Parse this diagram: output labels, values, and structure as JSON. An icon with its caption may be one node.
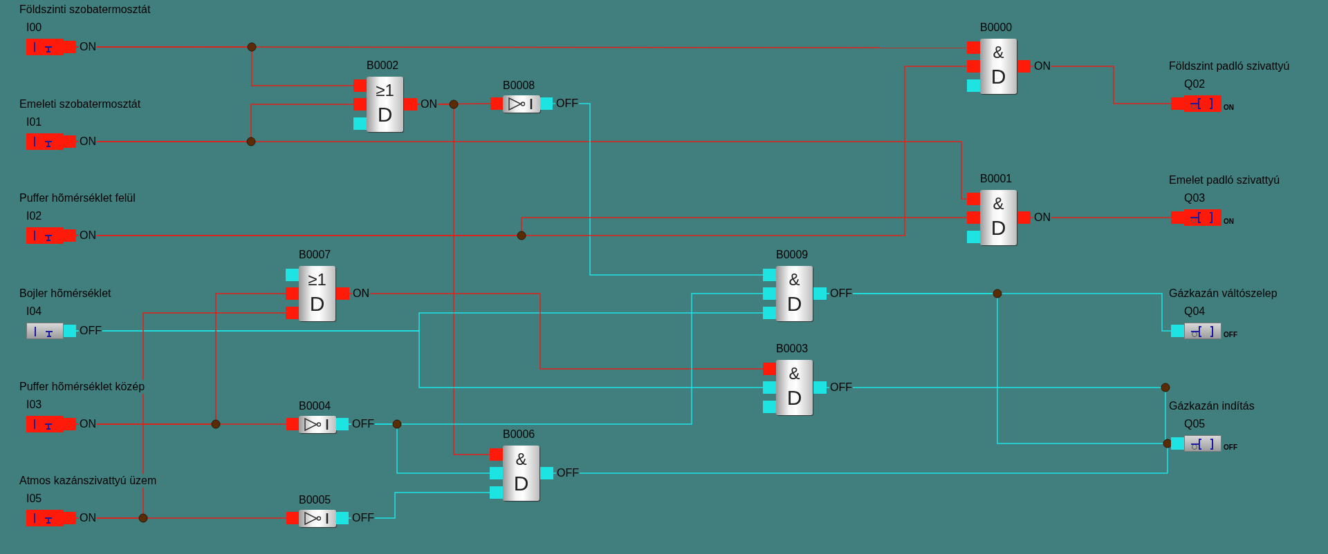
{
  "diagram": {
    "nodes": [
      {
        "text": [
          "Földszinti szobatermosztát",
          "I00",
          "ON"
        ]
      },
      {
        "text": [
          "B0000",
          "&",
          "D"
        ],
        "beside": [
          "ON"
        ]
      },
      {
        "text": [
          "B0002",
          "≥1",
          "D"
        ],
        "beside": [
          "ON"
        ]
      },
      {
        "text": [
          "Földszint padló szivattyú",
          "Q02",
          "ON"
        ]
      },
      {
        "text": [
          "B0008"
        ],
        "beside": [
          "OFF"
        ]
      },
      {
        "text": [
          "Emeleti szobatermosztát",
          "I01",
          "ON"
        ]
      },
      {
        "text": [
          "B0001",
          "&",
          "D"
        ],
        "beside": [
          "ON"
        ]
      },
      {
        "text": [
          "Emelet padló szivattyú",
          "Q03",
          "ON"
        ]
      },
      {
        "text": [
          "Puffer hõmérséklet felül",
          "I02",
          "ON"
        ]
      },
      {
        "text": [
          "B0007",
          "≥1",
          "D"
        ],
        "beside": [
          "ON"
        ]
      },
      {
        "text": [
          "B0009",
          "&",
          "D"
        ],
        "beside": [
          "OFF"
        ]
      },
      {
        "text": [
          "Bojler hõmérséklet",
          "I04",
          "OFF"
        ]
      },
      {
        "text": [
          "Gázkazán váltószelep",
          "Q04",
          "OFF"
        ]
      },
      {
        "text": [
          "B0003",
          "&",
          "D"
        ],
        "beside": [
          "OFF"
        ]
      },
      {
        "text": [
          "Puffer hõmérséklet közép",
          "I03",
          "ON"
        ]
      },
      {
        "text": [
          "B0004"
        ],
        "beside": [
          "OFF"
        ]
      },
      {
        "text": [
          "Gázkazán indítás",
          "Q05",
          "OFF"
        ]
      },
      {
        "text": [
          "B0006",
          "&",
          "D"
        ],
        "beside": [
          "OFF"
        ]
      },
      {
        "text": [
          "Atmos kazánszivattyú üzem",
          "I05",
          "ON"
        ]
      },
      {
        "text": [
          "B0005"
        ],
        "beside": [
          "OFF"
        ]
      }
    ],
    "edges": [
      {
        "from": 0,
        "to": 1,
        "arrow": "none"
      },
      {
        "from": 0,
        "to": 2,
        "arrow": "none"
      },
      {
        "from": 5,
        "to": 2,
        "arrow": "none"
      },
      {
        "from": 5,
        "to": 6,
        "arrow": "none"
      },
      {
        "from": 2,
        "to": 4,
        "arrow": "none"
      },
      {
        "from": 2,
        "to": 17,
        "arrow": "none"
      },
      {
        "from": 4,
        "to": 10,
        "arrow": "none",
        "color": "#1ee3e3"
      },
      {
        "from": 8,
        "to": 1,
        "arrow": "none"
      },
      {
        "from": 8,
        "to": 6,
        "arrow": "none"
      },
      {
        "from": 1,
        "to": 3,
        "arrow": "none"
      },
      {
        "from": 6,
        "to": 7,
        "arrow": "none"
      },
      {
        "from": 11,
        "to": 10,
        "arrow": "none",
        "color": "#1ee3e3"
      },
      {
        "from": 11,
        "to": 13,
        "arrow": "none",
        "color": "#1ee3e3"
      },
      {
        "from": 9,
        "to": 13,
        "arrow": "none"
      },
      {
        "from": 14,
        "to": 9,
        "arrow": "none"
      },
      {
        "from": 14,
        "to": 15,
        "arrow": "none"
      },
      {
        "from": 18,
        "to": 9,
        "arrow": "none"
      },
      {
        "from": 18,
        "to": 19,
        "arrow": "none"
      },
      {
        "from": 15,
        "to": 10,
        "arrow": "none",
        "color": "#1ee3e3"
      },
      {
        "from": 15,
        "to": 17,
        "arrow": "none",
        "color": "#1ee3e3"
      },
      {
        "from": 19,
        "to": 17,
        "arrow": "none",
        "color": "#1ee3e3"
      },
      {
        "from": 10,
        "to": 12,
        "arrow": "none",
        "color": "#1ee3e3"
      },
      {
        "from": 10,
        "to": 16,
        "arrow": "none",
        "color": "#1ee3e3"
      },
      {
        "from": 13,
        "to": 16,
        "arrow": "none",
        "color": "#1ee3e3"
      },
      {
        "from": 17,
        "to": 16,
        "arrow": "none",
        "color": "#1ee3e3"
      }
    ]
  }
}
